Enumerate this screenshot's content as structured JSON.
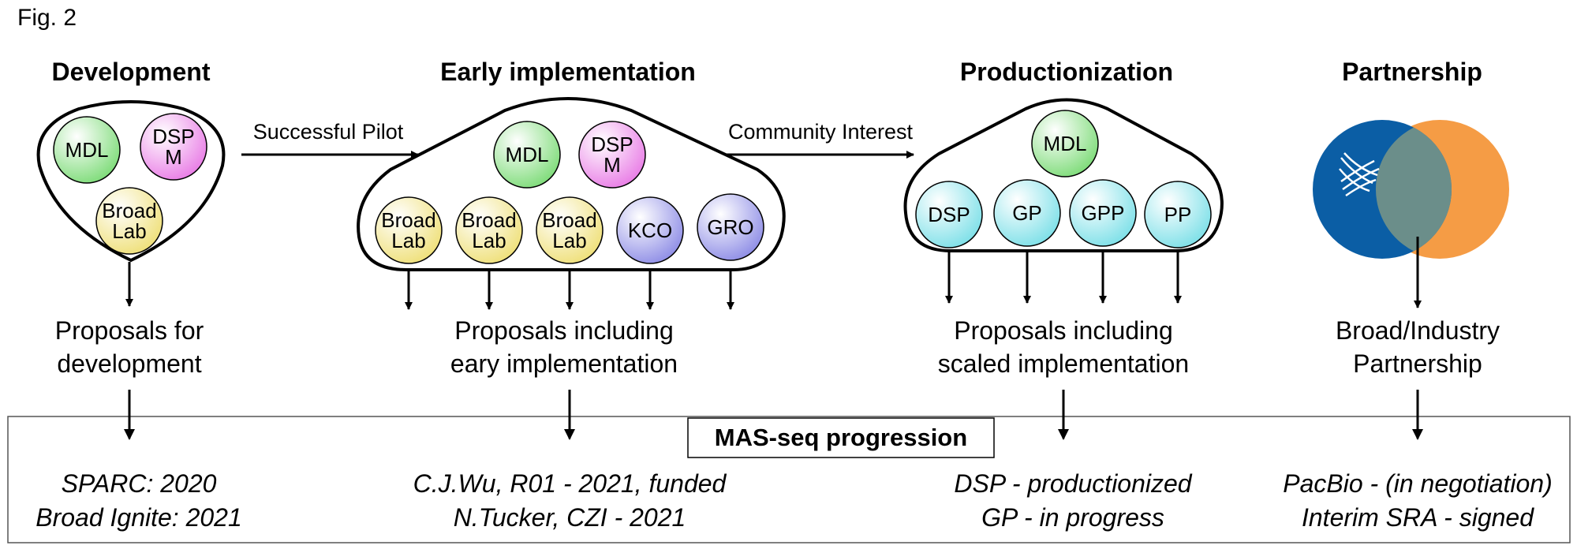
{
  "figure_label": "Fig. 2",
  "stages": [
    {
      "title": "Development"
    },
    {
      "title": "Early implementation"
    },
    {
      "title": "Productionization"
    },
    {
      "title": "Partnership"
    }
  ],
  "edges": [
    {
      "label": "Successful Pilot"
    },
    {
      "label": "Community Interest"
    }
  ],
  "nodes": {
    "dev": [
      {
        "lines": [
          "MDL"
        ],
        "color": "green"
      },
      {
        "lines": [
          "DSP",
          "M"
        ],
        "color": "pink"
      },
      {
        "lines": [
          "Broad",
          "Lab"
        ],
        "color": "yellow"
      }
    ],
    "early": [
      {
        "lines": [
          "MDL"
        ],
        "color": "green"
      },
      {
        "lines": [
          "DSP",
          "M"
        ],
        "color": "pink"
      },
      {
        "lines": [
          "Broad",
          "Lab"
        ],
        "color": "yellow"
      },
      {
        "lines": [
          "Broad",
          "Lab"
        ],
        "color": "yellow"
      },
      {
        "lines": [
          "Broad",
          "Lab"
        ],
        "color": "yellow"
      },
      {
        "lines": [
          "KCO"
        ],
        "color": "purple"
      },
      {
        "lines": [
          "GRO"
        ],
        "color": "purple"
      }
    ],
    "prod": [
      {
        "lines": [
          "MDL"
        ],
        "color": "green"
      },
      {
        "lines": [
          "DSP"
        ],
        "color": "cyan"
      },
      {
        "lines": [
          "GP"
        ],
        "color": "cyan"
      },
      {
        "lines": [
          "GPP"
        ],
        "color": "cyan"
      },
      {
        "lines": [
          "PP"
        ],
        "color": "cyan"
      }
    ]
  },
  "proposals": [
    [
      "Proposals for",
      "development"
    ],
    [
      "Proposals including",
      "eary implementation"
    ],
    [
      "Proposals including",
      "scaled implementation"
    ],
    [
      "Broad/Industry",
      "Partnership"
    ]
  ],
  "progression_title": "MAS-seq progression",
  "examples": [
    [
      "SPARC: 2020",
      "Broad Ignite: 2021"
    ],
    [
      "C.J.Wu, R01 - 2021, funded",
      "N.Tucker, CZI - 2021"
    ],
    [
      "DSP - productionized",
      "GP - in progress"
    ],
    [
      "PacBio - (in negotiation)",
      "Interim SRA - signed"
    ]
  ],
  "colors": {
    "green": "#7fdc7a",
    "pink": "#e97ee6",
    "yellow": "#efe07a",
    "purple": "#8f8ee6",
    "cyan": "#7ee0e8",
    "logo_blue": "#0b5ea5",
    "logo_orange": "#f59c45",
    "logo_overlap": "#6b8e8a"
  }
}
